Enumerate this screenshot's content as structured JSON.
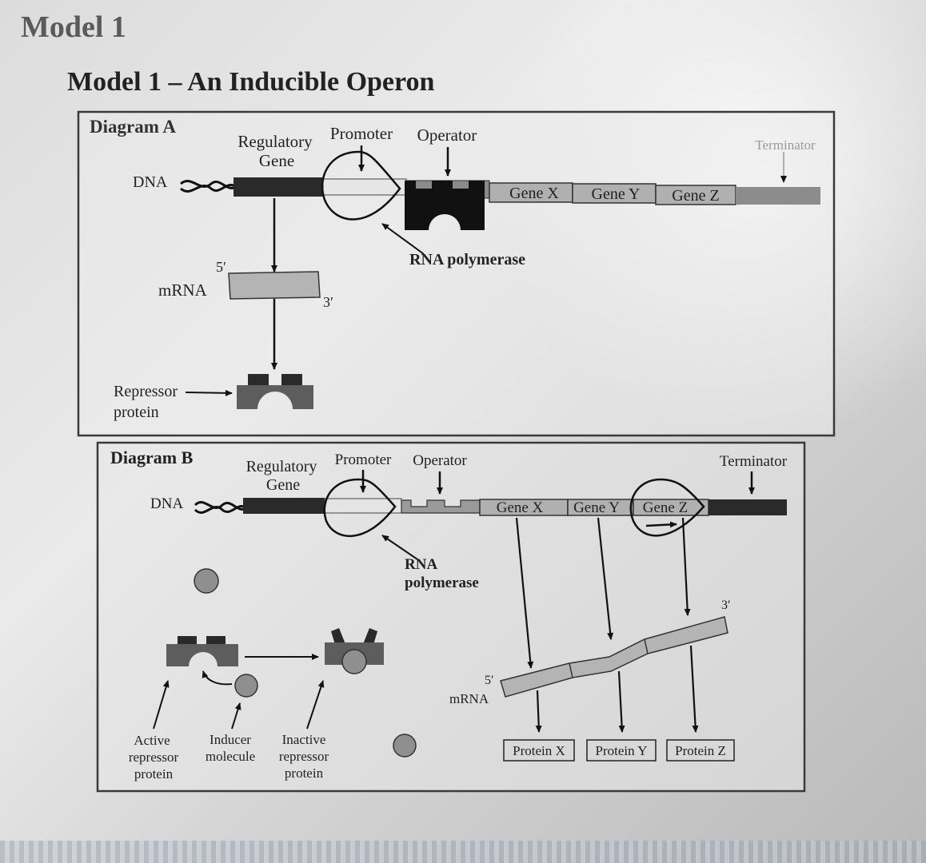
{
  "page": {
    "heading": "Model 1",
    "title_prefix": "Model 1 – ",
    "title_main": "An Inducible Operon"
  },
  "diagram_a": {
    "title": "Diagram A",
    "dna_label": "DNA",
    "regulatory_gene_line1": "Regulatory",
    "regulatory_gene_line2": "Gene",
    "promoter_label": "Promoter",
    "operator_label": "Operator",
    "terminator_label": "Terminator",
    "genes": [
      "Gene X",
      "Gene Y",
      "Gene Z"
    ],
    "rna_polymerase_label": "RNA polymerase",
    "mrna_label": "mRNA",
    "five_prime": "5′",
    "three_prime": "3′",
    "repressor_line1": "Repressor",
    "repressor_line2": "protein"
  },
  "diagram_b": {
    "title": "Diagram B",
    "dna_label": "DNA",
    "regulatory_gene_line1": "Regulatory",
    "regulatory_gene_line2": "Gene",
    "promoter_label": "Promoter",
    "operator_label": "Operator",
    "terminator_label": "Terminator",
    "genes": [
      "Gene X",
      "Gene Y",
      "Gene Z"
    ],
    "rna_polymerase_line1": "RNA",
    "rna_polymerase_line2": "polymerase",
    "five_prime": "5′",
    "three_prime": "3′",
    "mrna_label": "mRNA",
    "active_repressor": [
      "Active",
      "repressor",
      "protein"
    ],
    "inducer": [
      "Inducer",
      "molecule"
    ],
    "inactive_repressor": [
      "Inactive",
      "repressor",
      "protein"
    ],
    "proteins": [
      "Protein X",
      "Protein Y",
      "Protein Z"
    ]
  },
  "colors": {
    "gene_block": "#2a2a2a",
    "gene_box": "#b0b0b0",
    "repressor_body": "#5d5d5d",
    "inducer_fill": "#8f8f8f",
    "frame_stroke": "#3a3a3a"
  }
}
